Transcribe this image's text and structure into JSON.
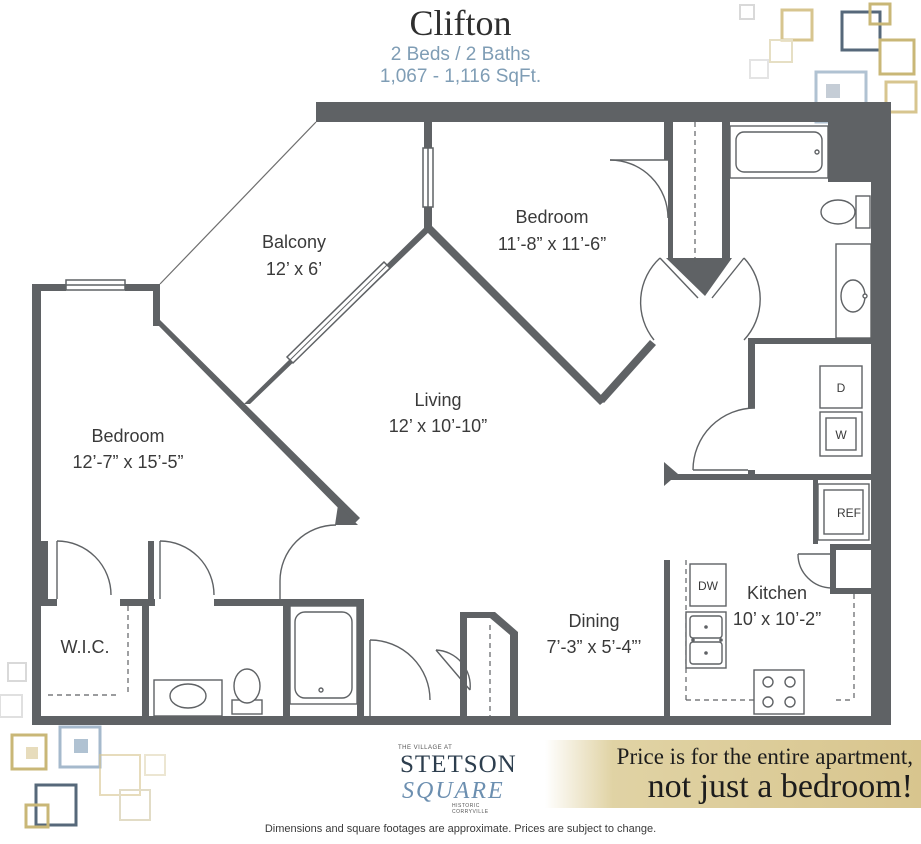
{
  "header": {
    "title": "Clifton",
    "beds_baths": "2 Beds / 2 Baths",
    "sqft": "1,067 - 1,116 SqFt."
  },
  "rooms": {
    "balcony": {
      "name": "Balcony",
      "size": "12’ x 6’"
    },
    "bedroom_top": {
      "name": "Bedroom",
      "size": "11’-8” x 11’-6”"
    },
    "living": {
      "name": "Living",
      "size": "12’ x 10’-10”"
    },
    "bedroom_left": {
      "name": "Bedroom",
      "size": "12’-7” x 15’-5”"
    },
    "wic": {
      "name": "W.I.C."
    },
    "dining": {
      "name": "Dining",
      "size": "7’-3” x 5’-4”’"
    },
    "kitchen": {
      "name": "Kitchen",
      "size": "10’ x 10’-2”"
    }
  },
  "appliances": {
    "dryer": "D",
    "washer": "W",
    "refrigerator": "REF",
    "dishwasher": "DW"
  },
  "logo": {
    "tagline_top": "THE VILLAGE AT",
    "name_line1": "STETSON",
    "name_line2": "SQUARE",
    "tagline_bottom": "HISTORIC CORRYVILLE"
  },
  "banner": {
    "line1": "Price is for the entire apartment,",
    "line2": "not just a bedroom!"
  },
  "footer": "Dimensions and square footages are approximate.  Prices are subject to change.",
  "colors": {
    "wall": "#5f6265",
    "accent_blue": "#7f9db5",
    "gold": "#d8c58e"
  }
}
